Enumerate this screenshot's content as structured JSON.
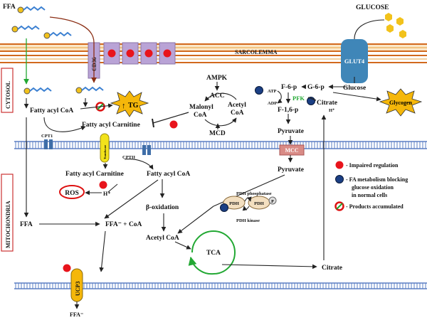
{
  "colors": {
    "membrane": "#e8a23c",
    "membrane_line": "#d2691e",
    "cd36_box": "#b9a3d6",
    "impaired": "#e8141c",
    "blocking": "#1b3f84",
    "mito_membrane": "#5b7fc4",
    "tg_star": "#f5b70a",
    "glycogen_star": "#f5b70a",
    "glucose_hex": "#f2c21b",
    "glut4": "#3f86b8",
    "mcc_box": "#d98b86",
    "pdh_fill": "#f3dfc0",
    "ros_outline": "#d11",
    "fatty_chain": "#3a7fd1",
    "fatty_head": "#f2c21b",
    "pfk": "#22a833"
  },
  "labels": {
    "ffa_top": "FFA",
    "glucose": "GLUCOSE",
    "sarcolemma": "SARCOLEMMA",
    "cd36": "CD36",
    "glut4": "GLUT4",
    "cytosol": "CYTOSOL",
    "mitochondria": "MITOCHONDRIA",
    "fatty_acyl_coa_cyto": "Fatty acyl CoA",
    "tg": "TG",
    "tg_arrow": "↑",
    "fatty_acyl_carnitine_cyto": "Fatty acyl Carnitine",
    "cpt1": "CPT1",
    "ampk": "AMPK",
    "acc": "ACC",
    "malonyl_coa": "Malonyl\nCoA",
    "acetyl_coa_cyto": "Acetyl\nCoA",
    "mcd": "MCD",
    "atp": "ATP",
    "adp": "ADP",
    "f6p": "F-6-p",
    "g6p": "G-6-p",
    "glucose_cyto": "Glucose",
    "pfk": "PFK",
    "f16p": "F-1,6-p",
    "citrate_cyto": "Citrate",
    "h_plus_cyto": "H⁺",
    "glycogen": "Glycogen",
    "pyruvate_cyto": "Pyruvate",
    "mcc": "MCC",
    "pyruvate_mito": "Pyruvate",
    "translocase": "Translocase",
    "cpt2": "CPTII",
    "fatty_acyl_carnitine_mito": "Fatty acyl Carnitine",
    "fatty_acyl_coa_mito": "Fatty acyl CoA",
    "ros": "ROS",
    "h_plus_mito": "H⁺",
    "beta_oxidation": "β-oxidation",
    "ffa_mito": "FFA",
    "ffa_coa": "FFA⁻ +  CoA",
    "pdh_phosphatase": "PDH phosphatase",
    "pdh_a": "PDH",
    "pdh_b": "PDH",
    "p": "P",
    "pdh_kinase": "PDH kinase",
    "acetyl_coa_mito": "Acetyl CoA",
    "tca": "TCA",
    "citrate_mito": "Citrate",
    "ucp3": "UCP3",
    "ffa_out": "FFA⁻"
  },
  "legend": [
    {
      "text": "-  Impaired regulation",
      "marker": "impaired"
    },
    {
      "text": "-  FA metabolism blocking\n   glucose oxidation\n   in normal cells",
      "marker": "blocking"
    },
    {
      "text": "-  Products accumulated",
      "marker": "accumulated"
    }
  ]
}
